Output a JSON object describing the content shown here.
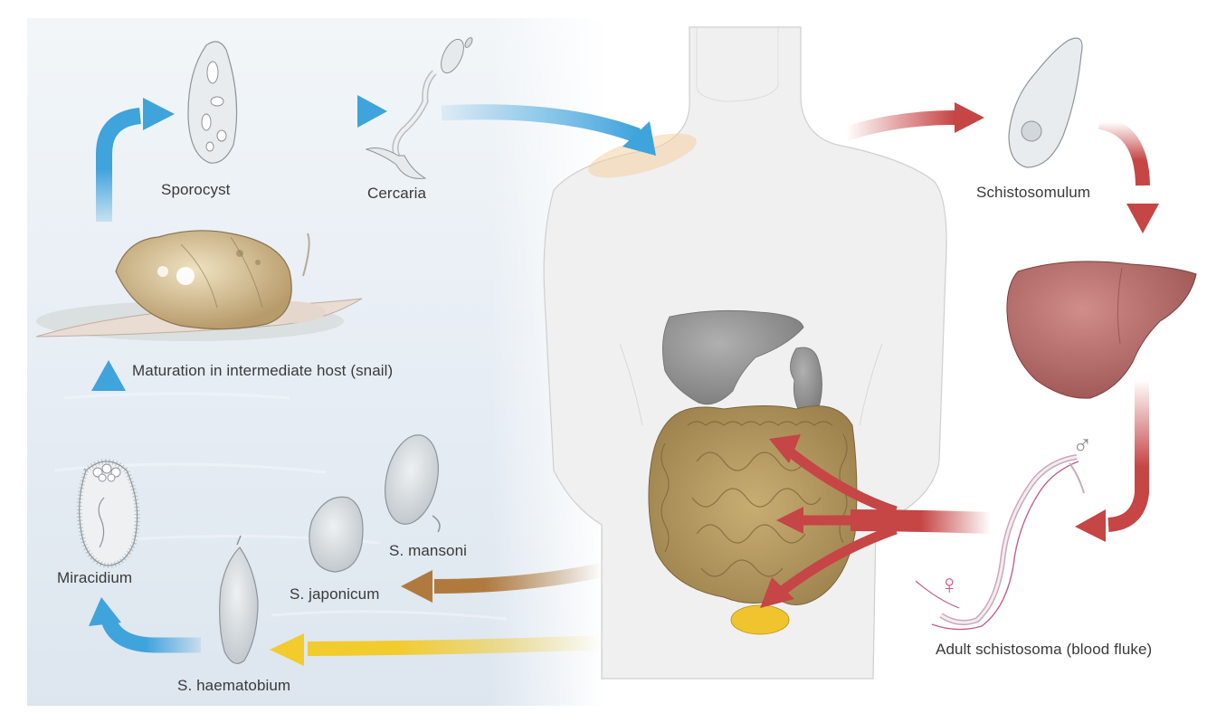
{
  "labels": {
    "sporocyst": "Sporocyst",
    "cercaria": "Cercaria",
    "schistosomulum": "Schistosomulum",
    "maturation": "Maturation in intermediate host (snail)",
    "miracidium": "Miracidium",
    "s_mansoni": "S. mansoni",
    "s_japonicum": "S. japonicum",
    "s_haematobium": "S. haematobium",
    "adult": "Adult schistosoma (blood fluke)"
  },
  "symbols": {
    "male": "♂",
    "female": "♀"
  },
  "colors": {
    "water_stage_arrow": "#3fa3dc",
    "host_stage_arrow": "#c64545",
    "mansoni_arrow": "#b07a3e",
    "haematobium_arrow": "#f2cb2c",
    "liver": "#b9706e",
    "intestine": "#b69a62",
    "female_symbol": "#d0578f",
    "male_symbol": "#8a8a8a"
  }
}
